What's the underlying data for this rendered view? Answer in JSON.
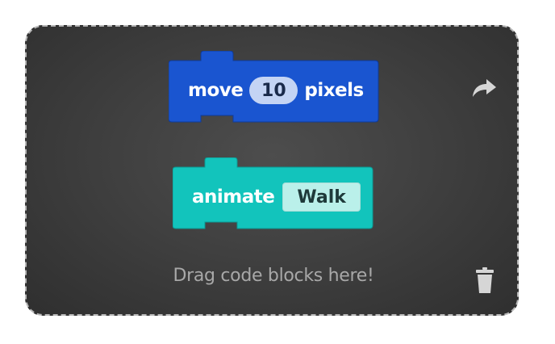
{
  "workspace": {
    "hint": "Drag code blocks here!"
  },
  "blocks": {
    "move": {
      "label_before": "move",
      "value": "10",
      "label_after": "pixels",
      "color": "#1a55d0"
    },
    "animate": {
      "label": "animate",
      "value": "Walk",
      "color": "#12c4bc"
    }
  },
  "icons": {
    "redo": "redo-arrow-icon",
    "trash": "trash-can-icon"
  },
  "colors": {
    "workspace_bg": "#404040",
    "hint_text": "#a8a8a8",
    "icon": "#d6d6d6"
  }
}
